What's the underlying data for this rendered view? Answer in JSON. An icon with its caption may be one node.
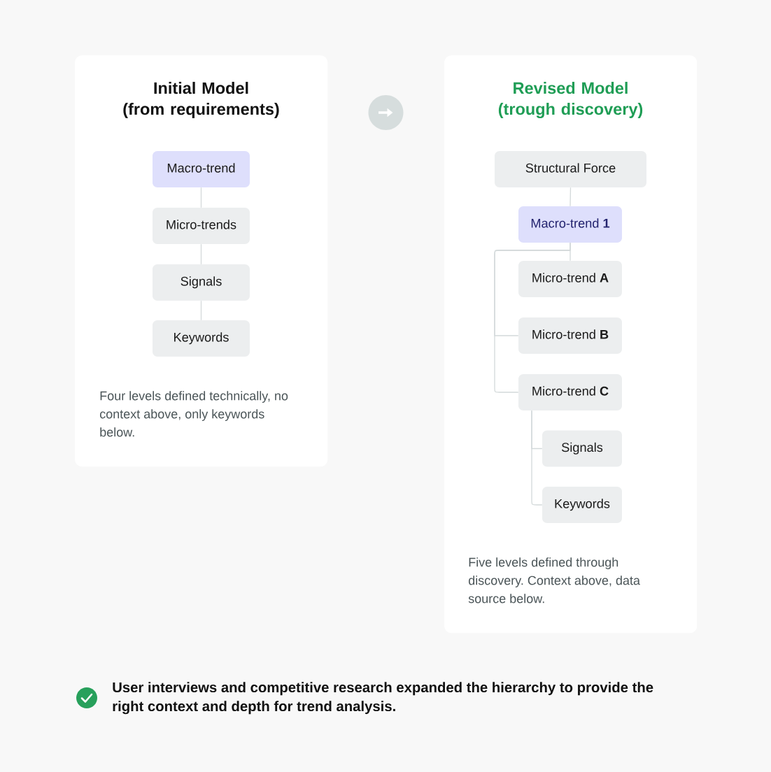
{
  "diagram": {
    "nodes": [
      {
        "text": [
          "Initial Model (from requirements)",
          "Four levels defined technically, no context above, only keywords below."
        ]
      },
      {
        "text": [
          "Macro-trend"
        ],
        "in": 0
      },
      {
        "text": [
          "Micro-trends"
        ],
        "in": 0
      },
      {
        "text": [
          "Signals"
        ],
        "in": 0
      },
      {
        "text": [
          "Keywords"
        ],
        "in": 0
      },
      {
        "text": [
          "Revised Model (trough discovery)",
          "Five levels defined through discovery. Context above, data source below."
        ]
      },
      {
        "text": [
          "Structural Force"
        ],
        "in": 5
      },
      {
        "text": [
          "Macro-trend **1**"
        ],
        "in": 5
      },
      {
        "text": [
          "Micro-trend **A**"
        ],
        "in": 5
      },
      {
        "text": [
          "Micro-trend **B**"
        ],
        "in": 5
      },
      {
        "text": [
          "Micro-trend **C**"
        ],
        "in": 5
      },
      {
        "text": [
          "Signals"
        ],
        "in": 5
      },
      {
        "text": [
          "Keywords"
        ],
        "in": 5
      }
    ],
    "edges": [
      {
        "from": 1,
        "to": 2,
        "arrow": "none"
      },
      {
        "from": 2,
        "to": 3,
        "arrow": "none"
      },
      {
        "from": 3,
        "to": 4,
        "arrow": "none"
      },
      {
        "from": 6,
        "to": 7,
        "arrow": "none"
      },
      {
        "from": 7,
        "to": 8,
        "arrow": "none"
      },
      {
        "from": 7,
        "to": 9,
        "arrow": "none"
      },
      {
        "from": 7,
        "to": 10,
        "arrow": "none"
      },
      {
        "from": 10,
        "to": 11,
        "arrow": "none"
      },
      {
        "from": 10,
        "to": 12,
        "arrow": "none"
      }
    ],
    "labels": [
      "User interviews and competitive research expanded the hierarchy to provide the right context and depth for trend analysis."
    ]
  }
}
